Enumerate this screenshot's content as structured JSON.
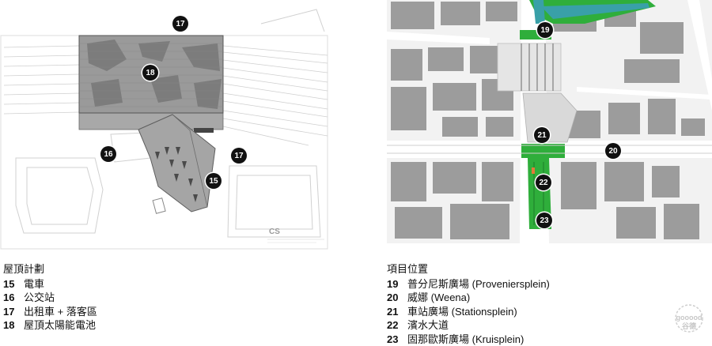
{
  "colors": {
    "roof_fill": "#8e8e8e",
    "roof_dark": "#6a6a6a",
    "building_fill": "#9b9b9b",
    "green": "#2fae3b",
    "water": "#39a0a8",
    "line": "#c8c8c8",
    "marker": "#111111"
  },
  "roof_plan": {
    "markers": {
      "m15": "15",
      "m16": "16",
      "m17a": "17",
      "m17b": "17",
      "m18": "18"
    },
    "stamp": "CS"
  },
  "site_plan": {
    "markers": {
      "m19": "19",
      "m20": "20",
      "m21": "21",
      "m22": "22",
      "m23": "23"
    }
  },
  "roof_legend": {
    "title": "屋頂計劃",
    "items": [
      {
        "num": "15",
        "label": "電車"
      },
      {
        "num": "16",
        "label": "公交站"
      },
      {
        "num": "17",
        "label": "出租車 + 落客區"
      },
      {
        "num": "18",
        "label": "屋頂太陽能電池"
      }
    ]
  },
  "site_legend": {
    "title": "項目位置",
    "items": [
      {
        "num": "19",
        "label": "普分尼斯廣場 (Proveniersplein)"
      },
      {
        "num": "20",
        "label": "威娜 (Weena)"
      },
      {
        "num": "21",
        "label": "車站廣場 (Stationsplein)"
      },
      {
        "num": "22",
        "label": "濱水大道"
      },
      {
        "num": "23",
        "label": "固那歐斯廣場 (Kruisplein)"
      }
    ]
  },
  "watermark": {
    "line1": "gooood",
    "line2": "谷德"
  }
}
